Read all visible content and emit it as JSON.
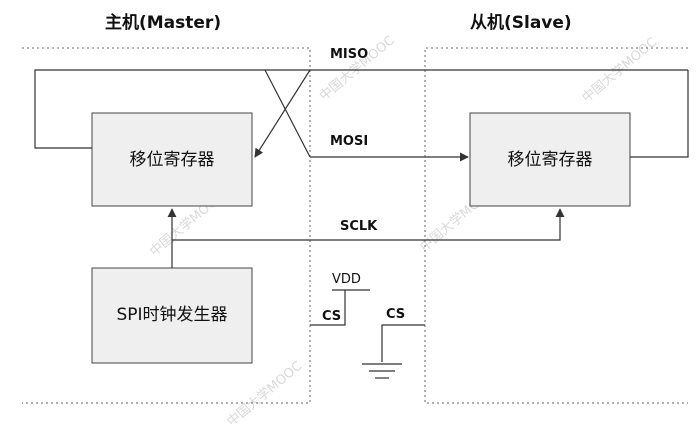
{
  "master_title": "主机(Master)",
  "slave_title": "从机(Slave)",
  "master_shift_register": "移位寄存器",
  "slave_shift_register": "移位寄存器",
  "clock_generator": "SPI时钟发生器",
  "signals": {
    "miso": "MISO",
    "mosi": "MOSI",
    "sclk": "SCLK",
    "vdd": "VDD",
    "cs_master": "CS",
    "cs_slave": "CS"
  },
  "watermark": "中国大学MOOC",
  "colors": {
    "block_fill": "#efefef",
    "line": "#333333"
  }
}
